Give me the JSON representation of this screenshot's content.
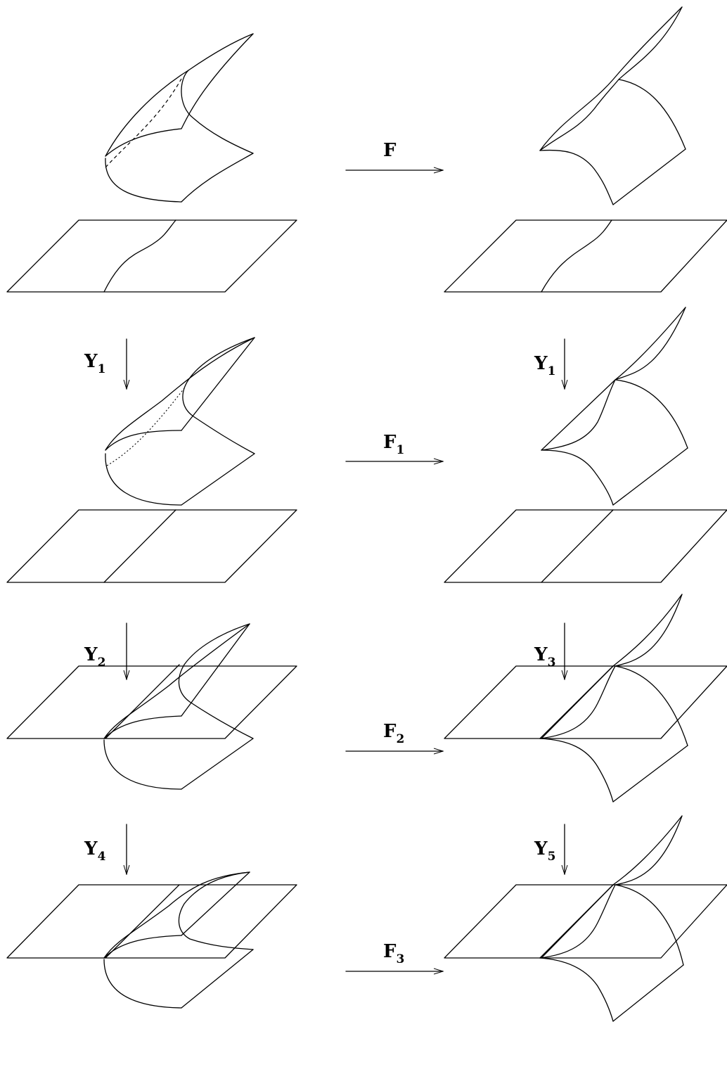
{
  "arrows": {
    "F": {
      "main": "F",
      "sub": ""
    },
    "F1": {
      "main": "F",
      "sub": "1"
    },
    "F2": {
      "main": "F",
      "sub": "2"
    },
    "F3": {
      "main": "F",
      "sub": "3"
    },
    "Y1_left": {
      "main": "Y",
      "sub": "1"
    },
    "Y1_right": {
      "main": "Y",
      "sub": "1"
    },
    "Y2": {
      "main": "Y",
      "sub": "2"
    },
    "Y3": {
      "main": "Y",
      "sub": "3"
    },
    "Y4": {
      "main": "Y",
      "sub": "4"
    },
    "Y5": {
      "main": "Y",
      "sub": "5"
    }
  }
}
